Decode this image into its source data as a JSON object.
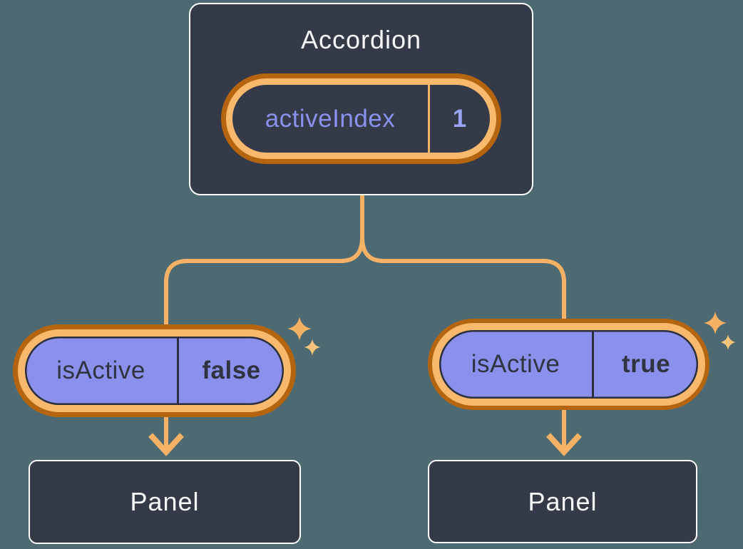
{
  "accordion": {
    "title": "Accordion",
    "state": {
      "name": "activeIndex",
      "value": "1"
    }
  },
  "children": [
    {
      "prop_name": "isActive",
      "prop_value": "false",
      "panel_title": "Panel"
    },
    {
      "prop_name": "isActive",
      "prop_value": "true",
      "panel_title": "Panel"
    }
  ],
  "colors": {
    "bg": "#4D6971",
    "box_fill": "#343A47",
    "box_border": "#FFFFFF",
    "box_text": "#F7F8FA",
    "ring_dark": "#B5650F",
    "ring_light": "#F8B96C",
    "purple_fill": "#8B90EC",
    "pill_outline": "#2B303C",
    "dark_text": "#2F3440",
    "state_label_text": "#8A91EC",
    "state_value_text": "#9AA2F3",
    "connector": "#F5B266",
    "sparkle_big": "#F4B164",
    "sparkle_small": "#F8C47C"
  }
}
